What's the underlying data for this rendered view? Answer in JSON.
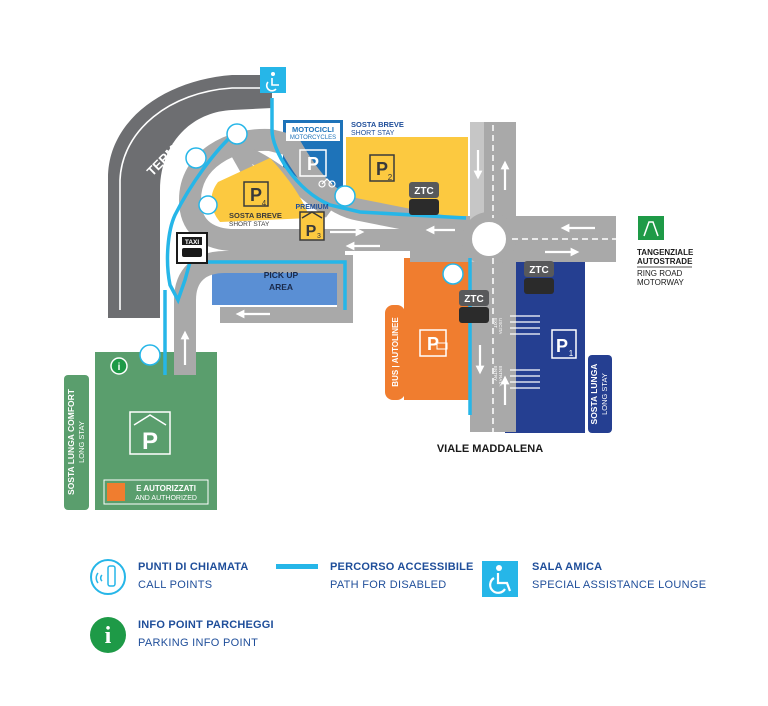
{
  "map": {
    "terminal": "TERMINAL",
    "motorcycles_it": "MOTOCICLI",
    "motorcycles_en": "MOTORCYCLES",
    "p2_it": "SOSTA BREVE",
    "p2_en": "SHORT STAY",
    "p4_it": "SOSTA BREVE",
    "p4_en": "SHORT STAY",
    "premium": "PREMIUM",
    "taxi": "TAXI",
    "pickup_1": "PICK UP",
    "pickup_2": "AREA",
    "ztc": "ZTC",
    "p_letter": "P",
    "sub_1": "1",
    "sub_2": "2",
    "sub_3": "3",
    "sub_4": "4",
    "bus_label": "BUS | AUTOLINEE",
    "sosta_lunga_it": "SOSTA LUNGA",
    "sosta_lunga_en": "LONG STAY",
    "comfort_it": "SOSTA LUNGA COMFORT",
    "comfort_en": "LONG STAY",
    "autorizzati_it": "E AUTORIZZATI",
    "autorizzati_en": "AND AUTHORIZED",
    "tangenziale_1": "TANGENZIALE",
    "tangenziale_2": "AUTOSTRADE",
    "ring_1": "RING ROAD",
    "ring_2": "MOTORWAY",
    "viale": "VIALE MADDALENA",
    "entrata": "ENTRATA",
    "uscita": "USCITA",
    "exit": "EXIT",
    "entry": "ENTRY",
    "info": "i"
  },
  "legend": {
    "call_points_it": "PUNTI DI CHIAMATA",
    "call_points_en": "CALL POINTS",
    "path_it": "PERCORSO  ACCESSIBILE",
    "path_en": "PATH  FOR  DISABLED",
    "lounge_it": "SALA  AMICA",
    "lounge_en": "SPECIAL  ASSISTANCE  LOUNGE",
    "info_it": "INFO POINT PARCHEGGI",
    "info_en": "PARKING INFO POINT",
    "info_icon": "i"
  },
  "colors": {
    "road": "#a9a9a9",
    "road_dark": "#58595b",
    "terminal": "#6d6e71",
    "yellow": "#fcc940",
    "blue_lot": "#1e73b9",
    "pickup": "#5a8fd4",
    "orange": "#f07d2f",
    "navy": "#253f91",
    "green": "#5a9e6d",
    "accessible_path": "#26b6e8",
    "legend_text": "#1f4e9a",
    "info_green": "#1e9a47"
  },
  "icons": [
    "wheelchair-icon",
    "call-point-icon",
    "info-icon",
    "motorcycle-icon",
    "taxi-icon",
    "ztc-truck-icon",
    "motorway-icon",
    "covered-parking-icon"
  ]
}
